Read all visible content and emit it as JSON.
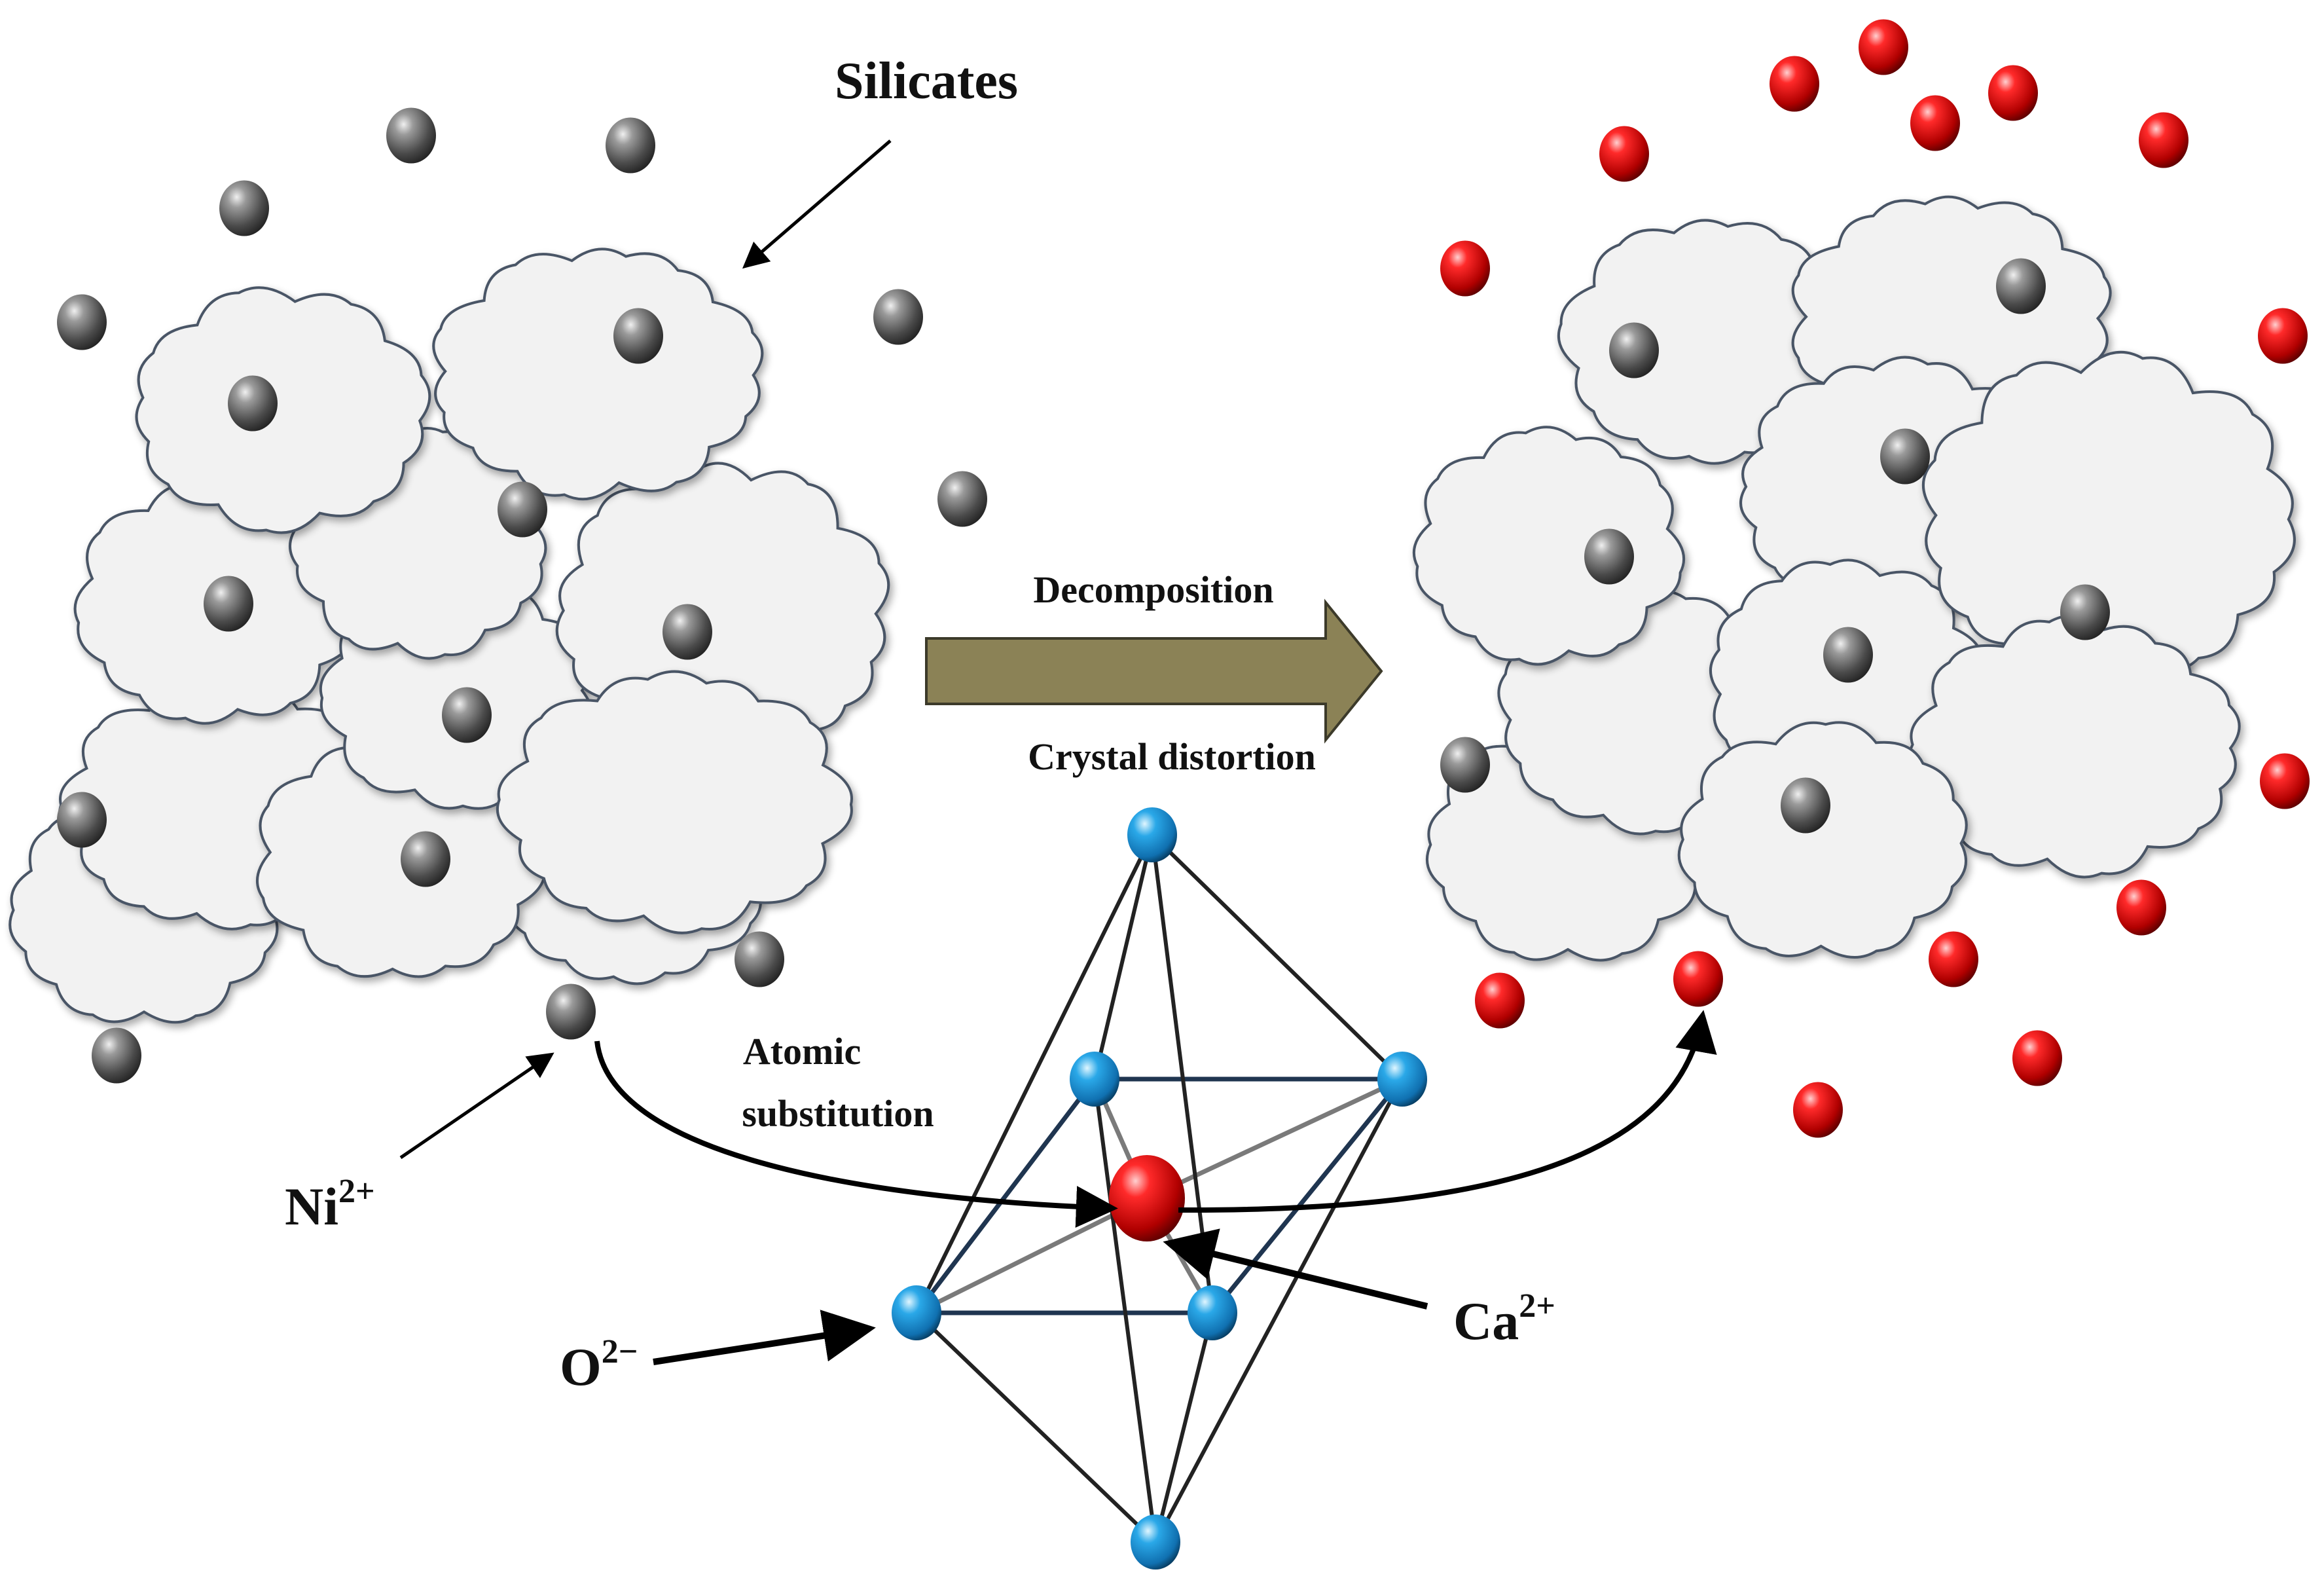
{
  "labels": {
    "silicates": "Silicates",
    "decomposition": "Decomposition",
    "crystal_distortion": "Crystal distortion",
    "atomic_substitution_line1": "Atomic",
    "atomic_substitution_line2": "substitution",
    "ni_base": "Ni",
    "ni_charge": "2+",
    "o_base": "O",
    "o_charge": "2−",
    "ca_base": "Ca",
    "ca_charge": "2+"
  },
  "colors": {
    "background": "#ffffff",
    "silicate_fill": "#f2f2f2",
    "silicate_stroke": "#4a5566",
    "ni_ion": "#555555",
    "ca_ion": "#d40000",
    "oxygen_ion": "#1e90d0",
    "process_arrow": "#8b8256",
    "arrow_stroke": "#000000"
  }
}
